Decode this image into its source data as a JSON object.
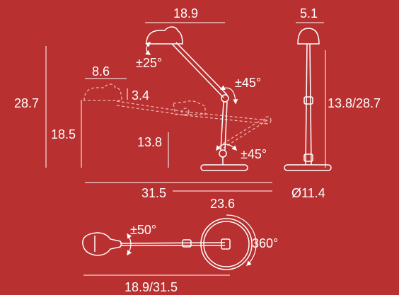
{
  "colors": {
    "background": "#b8302f",
    "line": "#ffffff",
    "ghost": "#f0b2ae"
  },
  "side_view": {
    "top_width": "18.9",
    "head_tilt": "±25°",
    "arm_joint_angle": "±45°",
    "base_joint_angle": "±45°",
    "total_height": "28.7",
    "lowered_head_width": "8.6",
    "lowered_head_height": "3.4",
    "lowered_height": "18.5",
    "arm_height": "13.8",
    "max_reach": "31.5",
    "base_reach": "23.6"
  },
  "front_view": {
    "head_width": "5.1",
    "height_range": "13.8/28.7",
    "base_diameter": "Ø11.4"
  },
  "top_view": {
    "head_rotation": "±50°",
    "base_rotation": "360°",
    "length_range": "18.9/31.5"
  }
}
